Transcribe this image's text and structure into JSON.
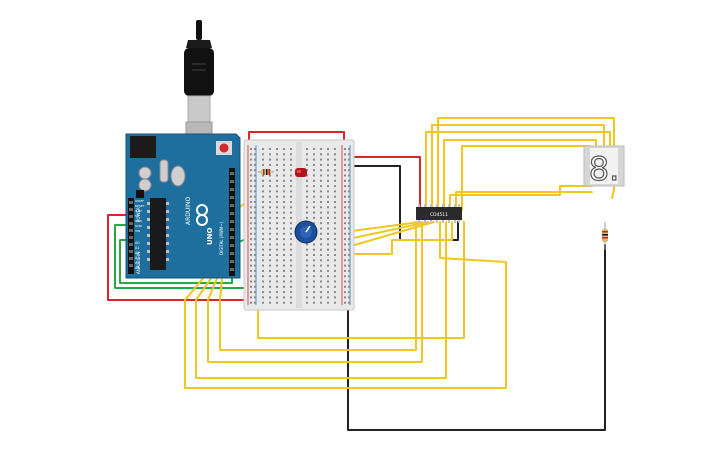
{
  "board": {
    "brand": "ARDUINO",
    "model": "UNO",
    "power_label": "POWER",
    "analog_label": "ANALOG IN",
    "digital_label": "DIGITAL (PWM~)",
    "analog_pins": [
      "A0",
      "A1",
      "A2",
      "A3",
      "A4",
      "A5"
    ],
    "power_pins": [
      "IOREF",
      "RESET",
      "3.3V",
      "5V",
      "GND",
      "GND",
      "VIN"
    ]
  },
  "ic": {
    "label": "CD4511"
  },
  "display": {
    "digit": "8."
  },
  "colors": {
    "wire_red": "#d9252b",
    "wire_black": "#222222",
    "wire_yellow": "#f2c61f",
    "wire_green": "#27a844",
    "wire_blue": "#2f78c4",
    "board_blue": "#1f6f9e",
    "breadboard": "#e9e9e9",
    "pot_blue": "#1d4f9a",
    "led_red": "#b0161b"
  }
}
